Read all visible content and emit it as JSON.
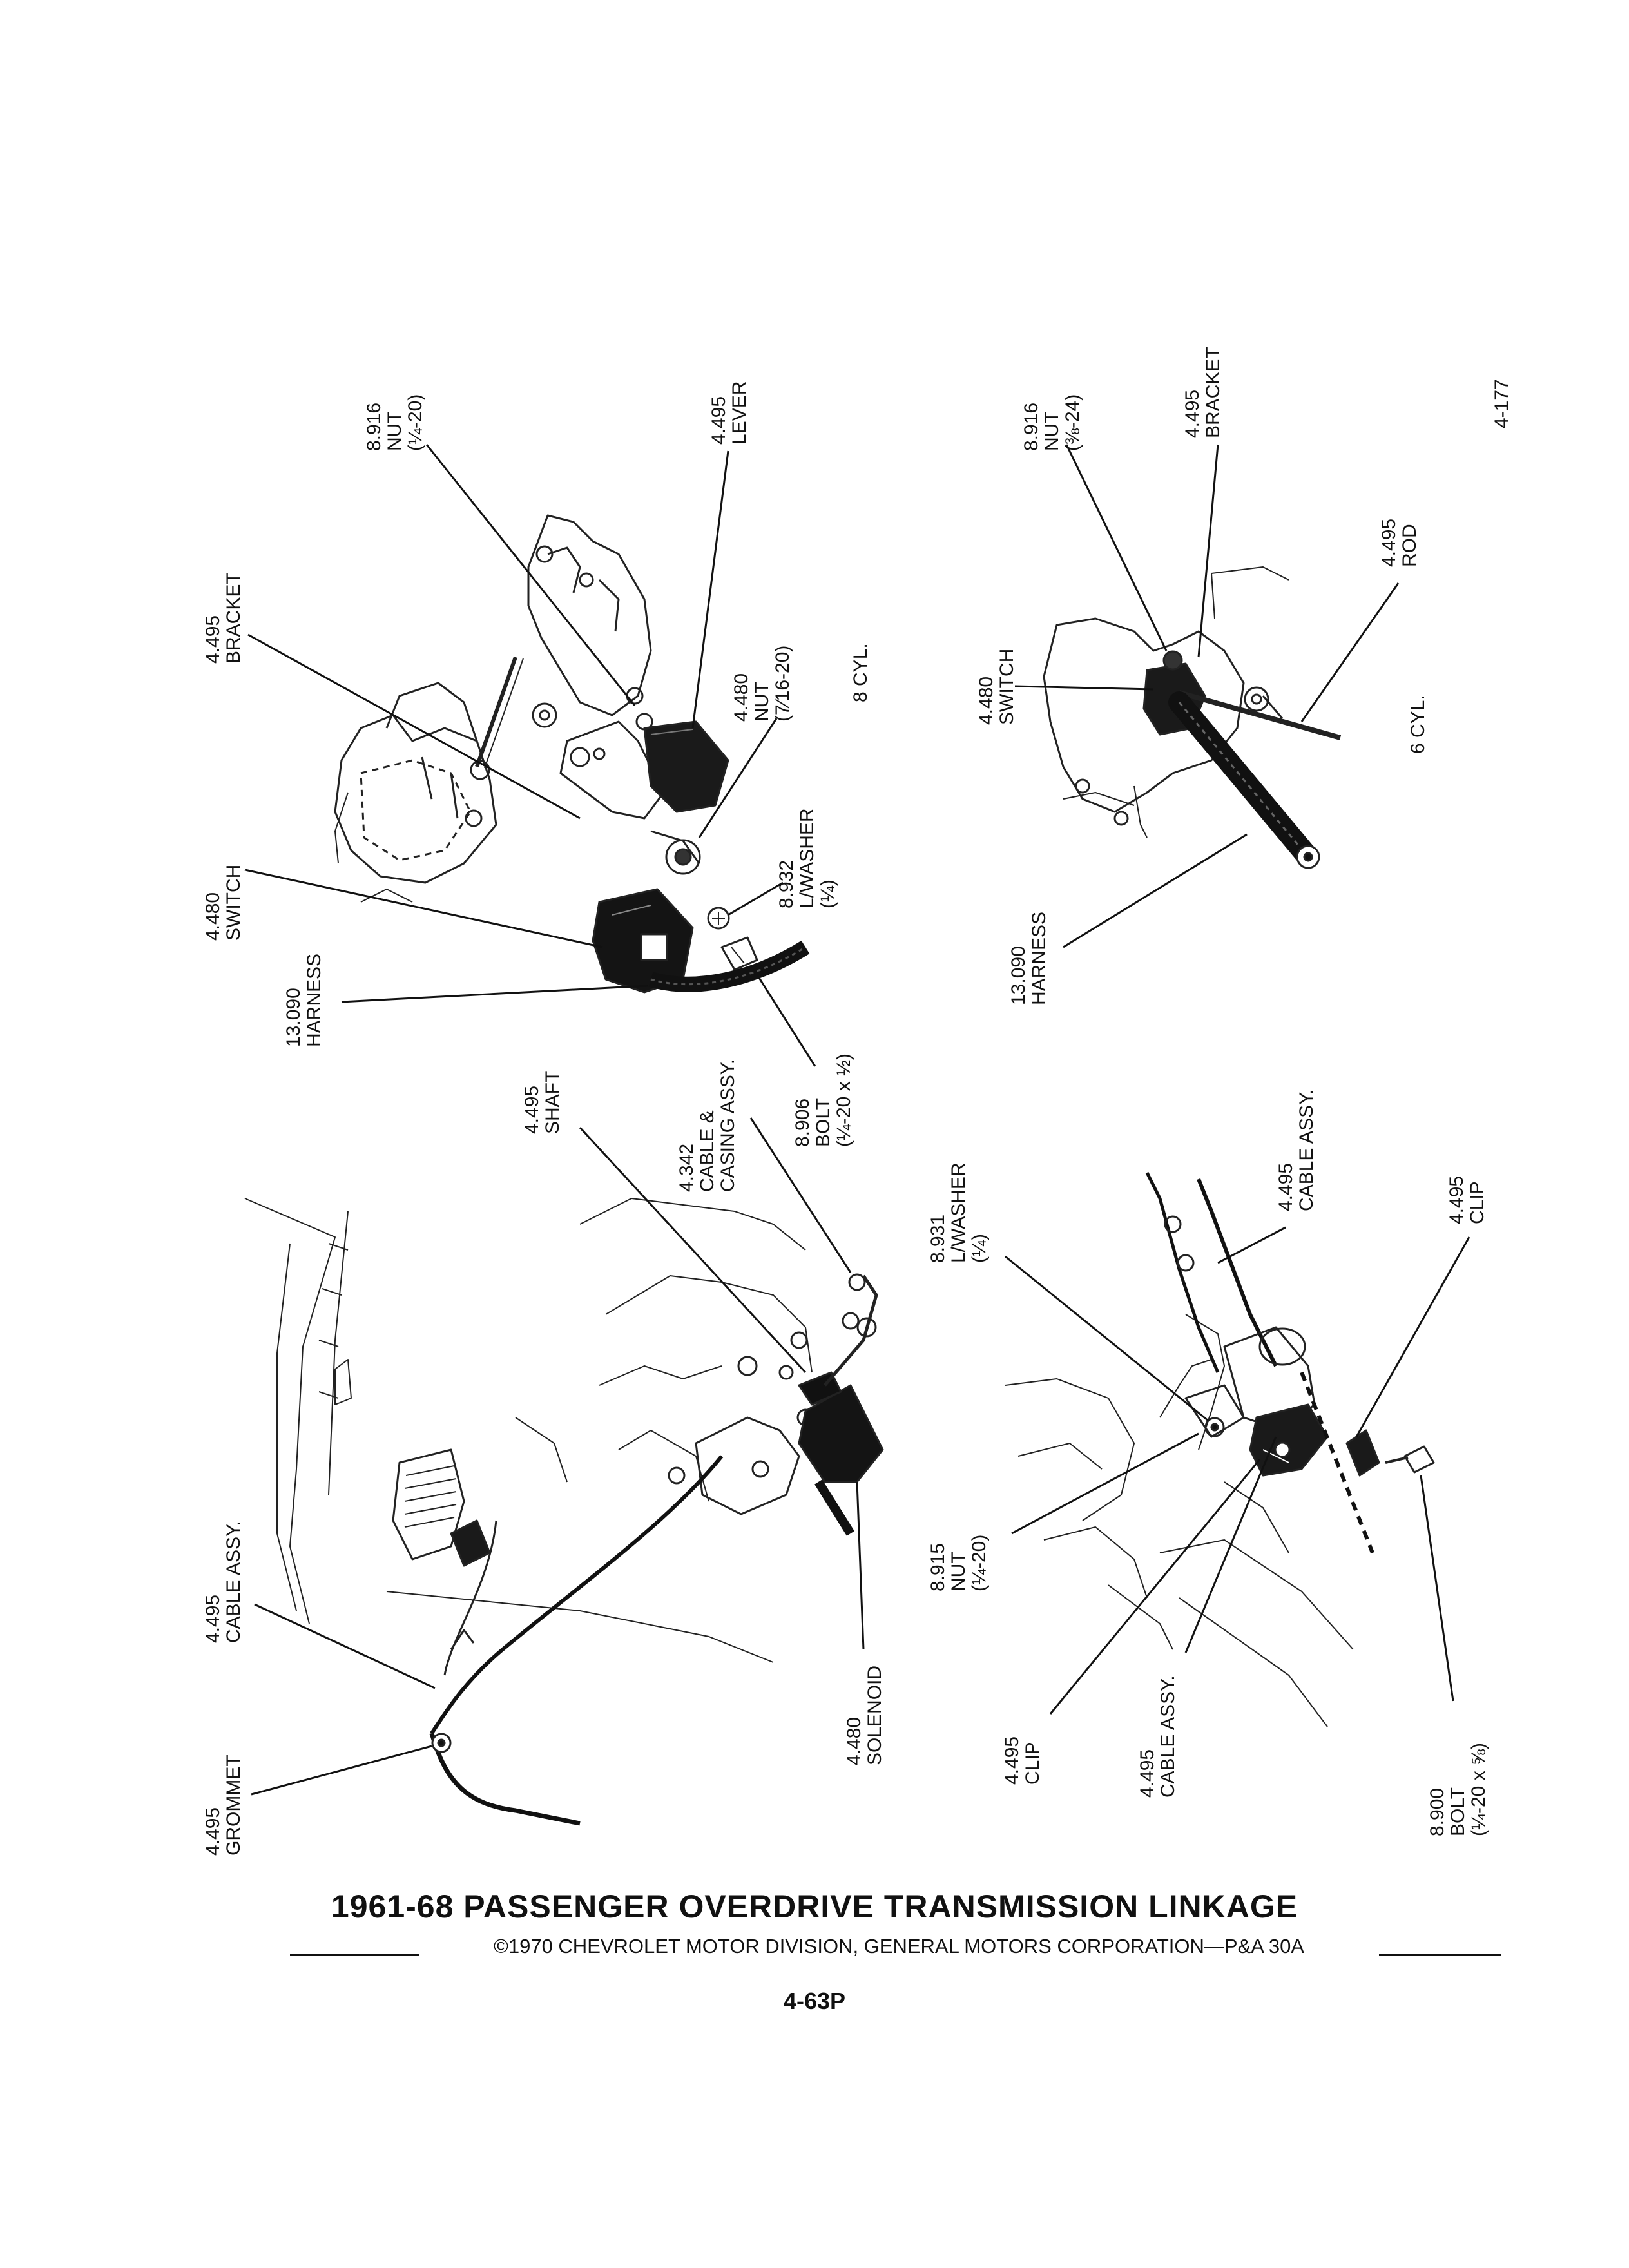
{
  "title": "1961-68 PASSENGER OVERDRIVE TRANSMISSION LINKAGE",
  "copyright": "©1970 CHEVROLET MOTOR DIVISION, GENERAL MOTORS CORPORATION—P&A 30A",
  "page_number": "4-63P",
  "figure_ref": "4-177",
  "panels": {
    "top_left": {
      "caption": "8 CYL.",
      "labels": [
        {
          "number": "8.916",
          "lines": [
            "NUT",
            "(¼-20)"
          ]
        },
        {
          "number": "4.495",
          "lines": [
            "LEVER"
          ]
        },
        {
          "number": "4.495",
          "lines": [
            "BRACKET"
          ]
        },
        {
          "number": "4.480",
          "lines": [
            "NUT",
            "(7⁄16-20)"
          ]
        },
        {
          "number": "8.932",
          "lines": [
            "L/WASHER",
            "(¼)"
          ]
        },
        {
          "number": "4.480",
          "lines": [
            "SWITCH"
          ]
        },
        {
          "number": "13.090",
          "lines": [
            "HARNESS"
          ]
        },
        {
          "number": "8.906",
          "lines": [
            "BOLT",
            "(¼-20 x ½)"
          ]
        }
      ]
    },
    "top_right": {
      "caption": "6 CYL.",
      "labels": [
        {
          "number": "8.916",
          "lines": [
            "NUT",
            "(⅜-24)"
          ]
        },
        {
          "number": "4.495",
          "lines": [
            "BRACKET"
          ]
        },
        {
          "number": "4.495",
          "lines": [
            "ROD"
          ]
        },
        {
          "number": "4.480",
          "lines": [
            "SWITCH"
          ]
        },
        {
          "number": "13.090",
          "lines": [
            "HARNESS"
          ]
        }
      ]
    },
    "bottom_left": {
      "labels": [
        {
          "number": "4.495",
          "lines": [
            "SHAFT"
          ]
        },
        {
          "number": "4.342",
          "lines": [
            "CABLE &",
            "CASING ASSY."
          ]
        },
        {
          "number": "4.495",
          "lines": [
            "CABLE ASSY."
          ]
        },
        {
          "number": "4.495",
          "lines": [
            "GROMMET"
          ]
        },
        {
          "number": "4.480",
          "lines": [
            "SOLENOID"
          ]
        }
      ]
    },
    "bottom_right": {
      "labels": [
        {
          "number": "8.931",
          "lines": [
            "L/WASHER",
            "(¼)"
          ]
        },
        {
          "number": "4.495",
          "lines": [
            "CABLE ASSY."
          ]
        },
        {
          "number": "4.495",
          "lines": [
            "CLIP"
          ]
        },
        {
          "number": "8.915",
          "lines": [
            "NUT",
            "(¼-20)"
          ]
        },
        {
          "number": "4.495",
          "lines": [
            "CLIP"
          ]
        },
        {
          "number": "4.495",
          "lines": [
            "CABLE ASSY."
          ]
        },
        {
          "number": "8.900",
          "lines": [
            "BOLT",
            "(¼-20 x ⅝)"
          ]
        }
      ]
    }
  }
}
